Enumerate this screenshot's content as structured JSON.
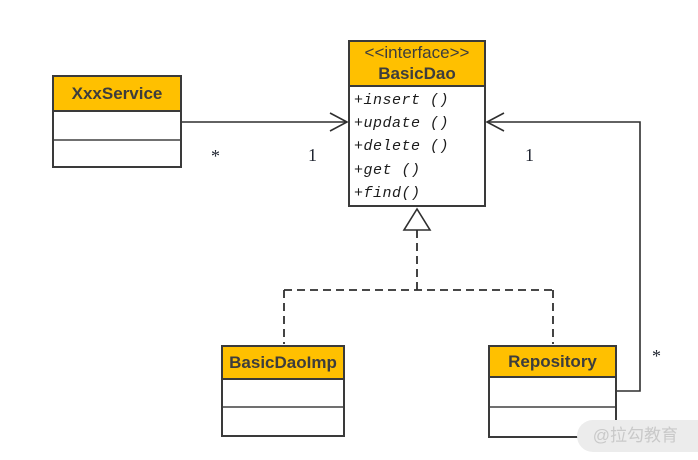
{
  "diagram": {
    "type": "uml-class-diagram",
    "classes": {
      "xxx_service": {
        "name": "XxxService"
      },
      "basic_dao": {
        "stereotype": "<<interface>>",
        "name": "BasicDao",
        "methods": [
          "+insert ()",
          "+update ()",
          "+delete ()",
          "+get ()",
          "+find()"
        ]
      },
      "basic_dao_imp": {
        "name": "BasicDaoImp"
      },
      "repository": {
        "name": "Repository"
      }
    },
    "relations": {
      "service_to_dao": {
        "type": "association",
        "arrow": "open"
      },
      "repository_to_dao": {
        "type": "association",
        "arrow": "open"
      },
      "implementations_to_dao": {
        "type": "realization",
        "arrow": "hollow-triangle",
        "line": "dashed"
      }
    },
    "multiplicity": {
      "service_side": "*",
      "dao_left": "1",
      "dao_right": "1",
      "repository_side": "*"
    },
    "colors": {
      "header_fill": "#FFC000",
      "border": "#3A3A3A",
      "line": "#2F2F2F",
      "background": "#FFFFFF"
    },
    "watermark": "@拉勾教育"
  }
}
